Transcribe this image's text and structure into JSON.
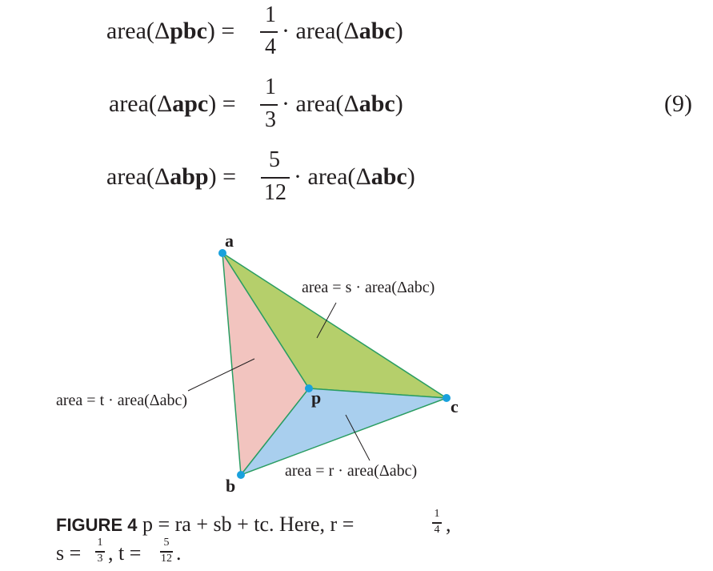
{
  "equations": [
    {
      "lhs_prefix": "area(",
      "lhs_tri": "pbc",
      "num": "1",
      "den": "4",
      "rhs_prefix": "area(",
      "rhs_tri": "abc"
    },
    {
      "lhs_prefix": "area(",
      "lhs_tri": "apc",
      "num": "1",
      "den": "3",
      "rhs_prefix": "area(",
      "rhs_tri": "abc"
    },
    {
      "lhs_prefix": "area(",
      "lhs_tri": "abp",
      "num": "5",
      "den": "12",
      "rhs_prefix": "area(",
      "rhs_tri": "abc"
    }
  ],
  "equation_number": "(9)",
  "figure": {
    "vertices": {
      "a": "a",
      "b": "b",
      "c": "c",
      "p": "p"
    },
    "labels": {
      "s_label": "area = s · area(Δabc)",
      "t_label": "area = t · area(Δabc)",
      "r_label": "area = r · area(Δabc)"
    },
    "colors": {
      "green": "#b5cf6b",
      "pink": "#f2c4bf",
      "blue": "#a9cfee",
      "edge": "#2a9d62",
      "dot": "#19a1dd"
    }
  },
  "caption": {
    "figure_label": "FIGURE 4",
    "line1": "p = ra + sb + tc. Here, r =",
    "r_num": "1",
    "r_den": "4",
    "s_prefix": "s =",
    "s_num": "1",
    "s_den": "3",
    "t_prefix": ", t =",
    "t_num": "5",
    "t_den": "12"
  }
}
